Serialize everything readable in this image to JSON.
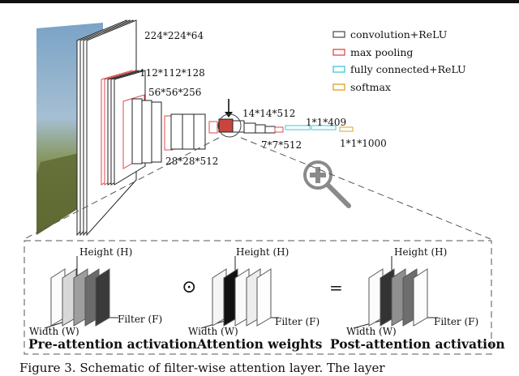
{
  "legend": {
    "conv": "convolution+ReLU",
    "pool": "max pooling",
    "fc": "fully connected+ReLU",
    "softmax": "softmax",
    "colors": {
      "conv": "#555555",
      "pool": "#e0474c",
      "fc": "#3cc8d8",
      "softmax": "#e0a020"
    }
  },
  "dims": {
    "d224": "224*224*64",
    "d112": "112*112*128",
    "d56": "56*56*256",
    "d28": "28*28*512",
    "d14": "14*14*512",
    "d7": "7*7*512",
    "d409": "1*1*409",
    "d1000": "1*1*1000"
  },
  "panels": {
    "pre": {
      "height": "Height (H)",
      "width": "Width (W)",
      "filter": "Filter (F)",
      "caption": "Pre-attention activation"
    },
    "weights": {
      "height": "Height (H)",
      "width": "Width (W)",
      "filter": "Filter (F)",
      "caption": "Attention weights"
    },
    "post": {
      "height": "Height (H)",
      "width": "Width (W)",
      "filter": "Filter (F)",
      "caption": "Post-attention activation"
    }
  },
  "operators": {
    "dot": "⊙",
    "equals": "="
  },
  "figure_caption": "Figure 3. Schematic of filter-wise attention layer. The layer"
}
